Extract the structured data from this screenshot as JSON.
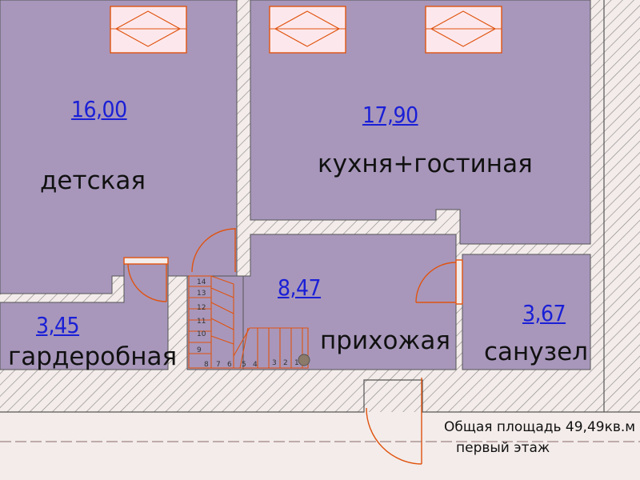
{
  "rooms": {
    "kids": {
      "area": "16,00",
      "name": "детская"
    },
    "kitchen": {
      "area": "17,90",
      "name": "кухня+гостиная"
    },
    "hall": {
      "area": "8,47",
      "name": "прихожая"
    },
    "wardrobe": {
      "area": "3,45",
      "name": "гардеробная"
    },
    "bathroom": {
      "area": "3,67",
      "name": "санузел"
    }
  },
  "stair_steps": [
    "14",
    "13",
    "12",
    "11",
    "10",
    "9",
    "8",
    "7",
    "6",
    "5",
    "4",
    "3",
    "2",
    "1"
  ],
  "footer": {
    "total_area": "Общая площадь 49,49кв.м",
    "floor": "первый этаж"
  },
  "colors": {
    "room_fill": "#a897bb",
    "wall_fill": "#f3ecea",
    "hatch": "#8c8a8a",
    "wall_line": "#555555",
    "door": "#e0530f",
    "window_fill": "#fce8ec"
  }
}
